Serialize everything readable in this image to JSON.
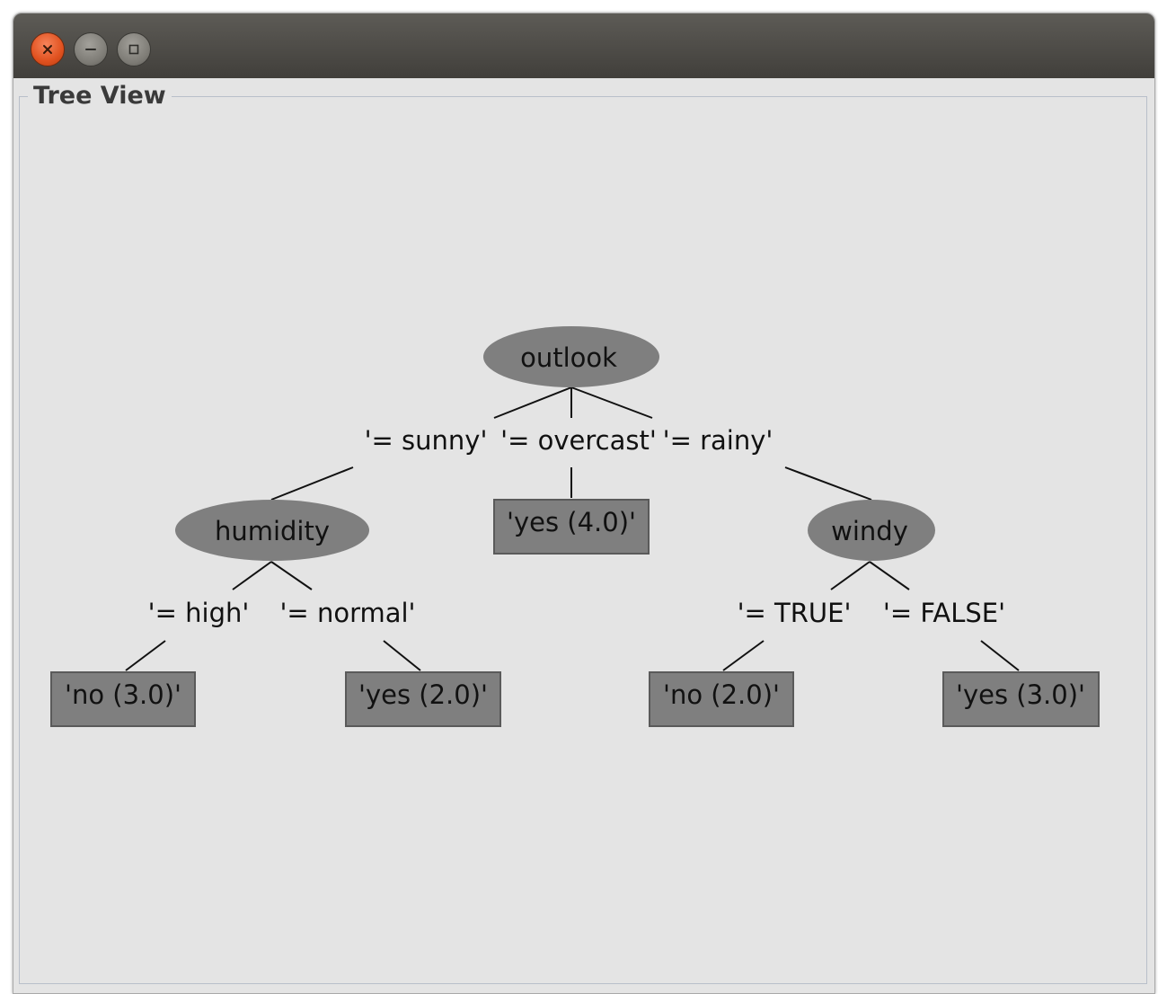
{
  "window": {
    "title": "",
    "buttons": {
      "close": "close",
      "minimize": "minimize",
      "maximize": "maximize"
    }
  },
  "panel": {
    "legend": "Tree View"
  },
  "tree": {
    "nodes": {
      "outlook": {
        "label": "outlook",
        "kind": "split"
      },
      "humidity": {
        "label": "humidity",
        "kind": "split"
      },
      "windy": {
        "label": "windy",
        "kind": "split"
      },
      "yes_overcast": {
        "label": "'yes (4.0)'",
        "kind": "leaf"
      },
      "no_high": {
        "label": "'no (3.0)'",
        "kind": "leaf"
      },
      "yes_normal": {
        "label": "'yes (2.0)'",
        "kind": "leaf"
      },
      "no_true": {
        "label": "'no (2.0)'",
        "kind": "leaf"
      },
      "yes_false": {
        "label": "'yes (3.0)'",
        "kind": "leaf"
      }
    },
    "edges": {
      "sunny": {
        "label": "'= sunny'",
        "from": "outlook",
        "to": "humidity"
      },
      "overcast": {
        "label": "'= overcast'",
        "from": "outlook",
        "to": "yes_overcast"
      },
      "rainy": {
        "label": "'= rainy'",
        "from": "outlook",
        "to": "windy"
      },
      "high": {
        "label": "'= high'",
        "from": "humidity",
        "to": "no_high"
      },
      "normal": {
        "label": "'= normal'",
        "from": "humidity",
        "to": "yes_normal"
      },
      "true": {
        "label": "'= TRUE'",
        "from": "windy",
        "to": "no_true"
      },
      "false": {
        "label": "'= FALSE'",
        "from": "windy",
        "to": "yes_false"
      }
    }
  },
  "colors": {
    "background": "#e4e4e4",
    "node_fill": "#7f7f7f",
    "leaf_fill": "#7f7f7f",
    "leaf_border": "#5a5a5a",
    "line": "#111111",
    "text": "#111111",
    "titlebar": "#4a4844",
    "close_button": "#e0511f"
  }
}
